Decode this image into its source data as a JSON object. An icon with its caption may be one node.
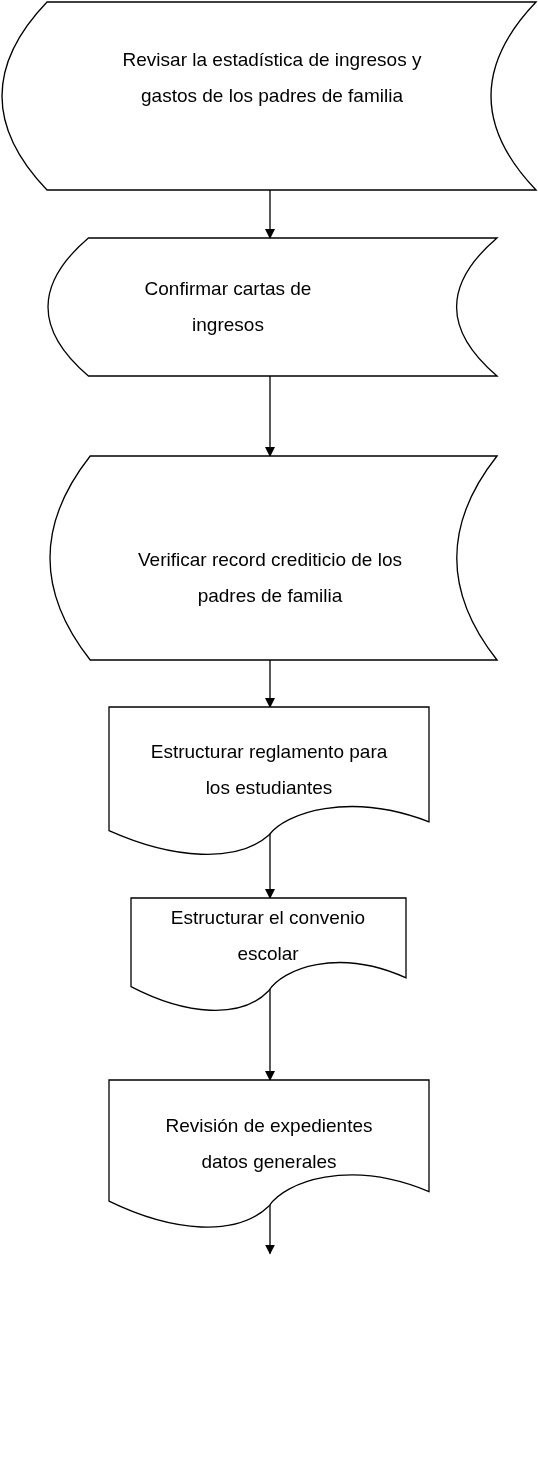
{
  "diagram": {
    "nodes": [
      {
        "text": [
          "Revisar la estadística de ingresos y gastos de los padres de familia"
        ]
      },
      {
        "text": [
          "Confirmar cartas de ingresos"
        ]
      },
      {
        "text": [
          "Verificar record crediticio de los padres de familia"
        ]
      },
      {
        "text": [
          "Estructurar reglamento para los estudiantes"
        ]
      },
      {
        "text": [
          "Estructurar el convenio escolar"
        ]
      },
      {
        "text": [
          "Revisión de expedientes datos generales"
        ]
      }
    ],
    "edges": [
      {
        "from": 0,
        "to": 1,
        "arrow": "to"
      },
      {
        "from": 1,
        "to": 2,
        "arrow": "to"
      },
      {
        "from": 2,
        "to": 3,
        "arrow": "to"
      },
      {
        "from": 3,
        "to": 4,
        "arrow": "to"
      },
      {
        "from": 4,
        "to": 5,
        "arrow": "to"
      },
      {
        "from": 5,
        "to": null,
        "arrow": "to"
      }
    ]
  }
}
